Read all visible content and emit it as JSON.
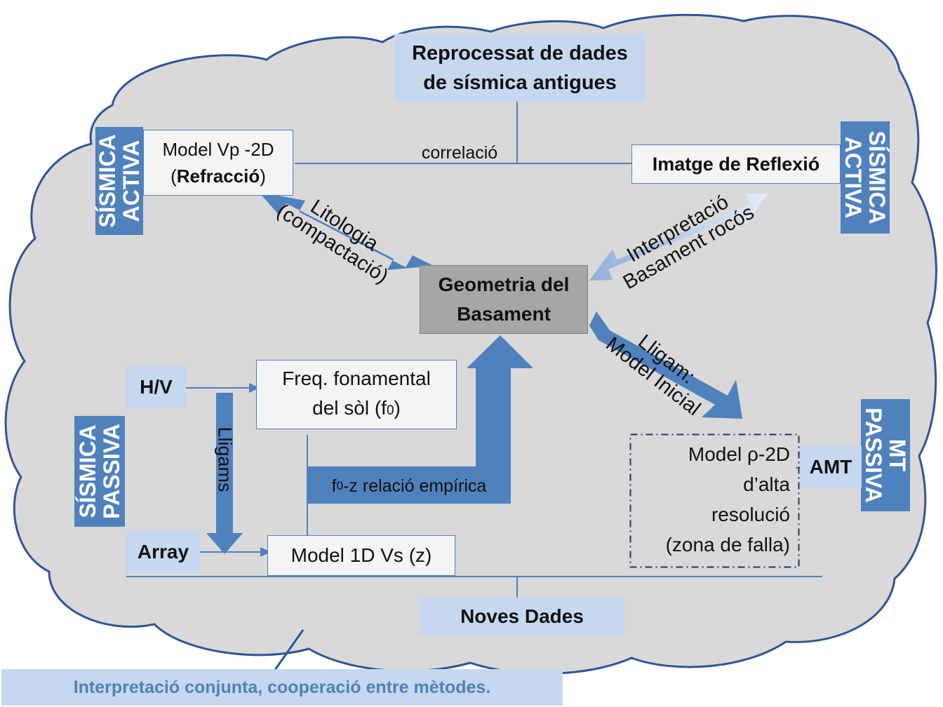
{
  "colors": {
    "cloud_fill": "#d9d9d9",
    "accent_blue": "#4f81bd",
    "light_blue": "#c6d8ef",
    "center_box": "#a6a6a6",
    "caption_text": "#4f81bd"
  },
  "boxes": {
    "reprocessat": {
      "line1": "Reprocessat de dades",
      "line2": "de sísmica antigues"
    },
    "model_vp": {
      "line1": "Model Vp -2D",
      "line2_open": "(",
      "line2_bold": "Refracció",
      "line2_close": ")"
    },
    "imatge_reflexio": "Imatge de Reflexió",
    "geometria": {
      "line1": "Geometria del",
      "line2": "Basament"
    },
    "hv": "H/V",
    "array": "Array",
    "freq": {
      "line1": "Freq. fonamental",
      "line2": "del sòl (f",
      "line2_sub": "0",
      "line2_end": ")"
    },
    "model_1d": "Model 1D Vs (z)",
    "model_rho": {
      "line1": "Model  ρ-2D",
      "line2": "d’alta",
      "line3": "resolució",
      "line4": "(zona de falla)"
    },
    "amt": "AMT",
    "noves_dades": "Noves Dades",
    "f0z": {
      "prefix": "f",
      "sub": "0",
      "text": "-z relació empírica"
    }
  },
  "tags": {
    "sismica_activa_left": {
      "line1": "SÍSMICA",
      "line2": "ACTIVA"
    },
    "sismica_activa_right": {
      "line1": "SÍSMICA",
      "line2": "ACTIVA"
    },
    "sismica_passiva": {
      "line1": "SÍSMICA",
      "line2": "PASSIVA"
    },
    "mt_passiva": {
      "line1": "MT",
      "line2": "PASSIVA"
    }
  },
  "arrow_labels": {
    "correlacio": "correlació",
    "litologia": {
      "line1": "Litologia",
      "line2": "(compactació)"
    },
    "interpretacio": {
      "line1": "Interpretació",
      "line2": "Basament rocós"
    },
    "lligam": {
      "line1": "Lligam:",
      "line2": "Model Inicial"
    },
    "lligams": "Lligams"
  },
  "caption": "Interpretació conjunta, cooperació entre mètodes."
}
